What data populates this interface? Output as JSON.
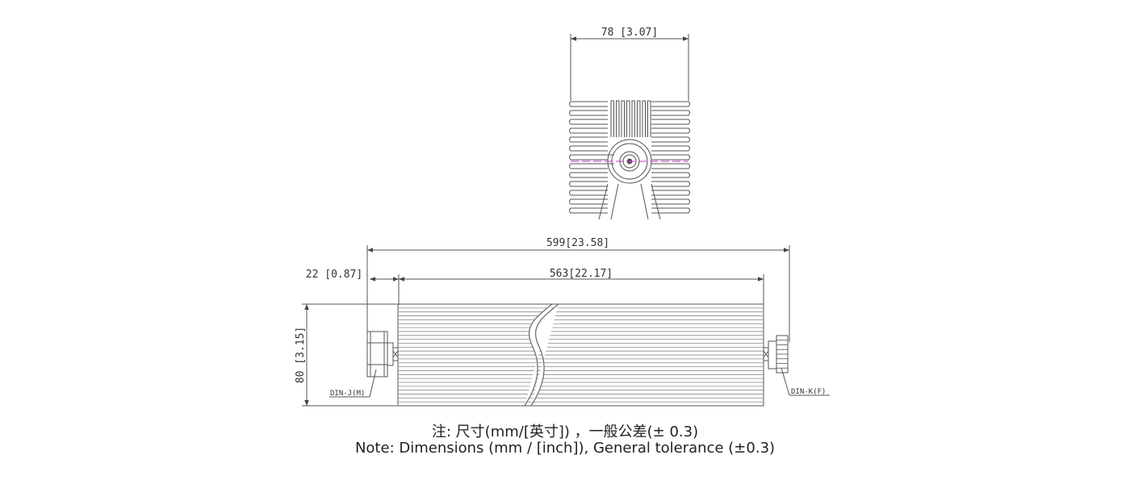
{
  "dimensions": {
    "end_width": "78 [3.07]",
    "overall_length": "599[23.58]",
    "connector_length": "22 [0.87]",
    "body_length": "563[22.17]",
    "height": "80 [3.15]"
  },
  "connectors": {
    "left": "DIN-J(M)",
    "right": "DIN-K(F)"
  },
  "notes": {
    "chinese": "注: 尺寸(mm/[英寸])  ，一般公差(± 0.3)",
    "english": "Note: Dimensions (mm / [inch]), General tolerance (±0.3)"
  },
  "colors": {
    "line": "#444444",
    "centerline": "#cc33cc"
  }
}
